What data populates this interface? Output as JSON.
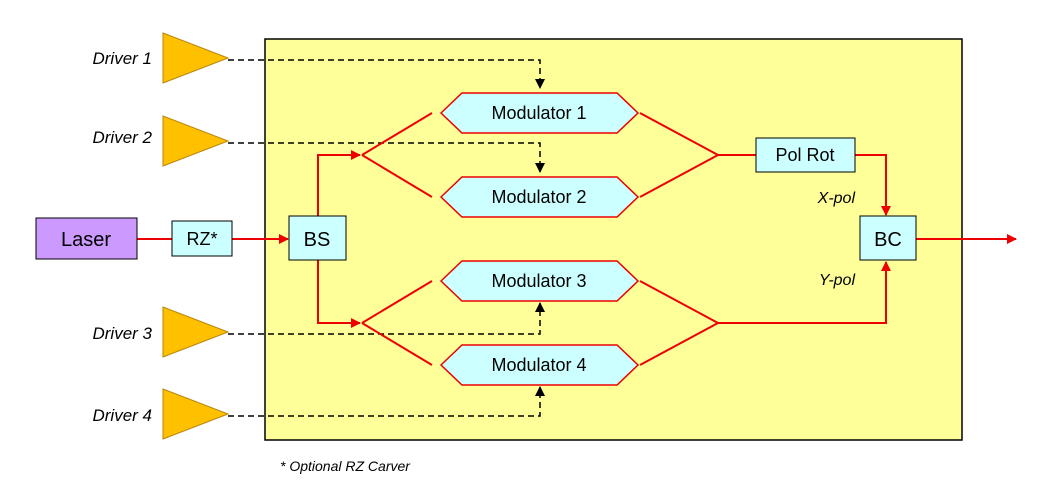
{
  "drivers": [
    "Driver 1",
    "Driver 2",
    "Driver 3",
    "Driver 4"
  ],
  "laser_label": "Laser",
  "rz_label": "RZ*",
  "bs_label": "BS",
  "modulators": [
    "Modulator 1",
    "Modulator 2",
    "Modulator 3",
    "Modulator 4"
  ],
  "pol_rot_label": "Pol Rot",
  "bc_label": "BC",
  "x_pol_label": "X-pol",
  "y_pol_label": "Y-pol",
  "footnote": "* Optional RZ Carver",
  "colors": {
    "background_panel": "#ffff99",
    "optical_path": "#ee0000",
    "driver_triangle": "#ffc000",
    "laser_box": "#cc99ff",
    "component_box": "#ccffff"
  }
}
